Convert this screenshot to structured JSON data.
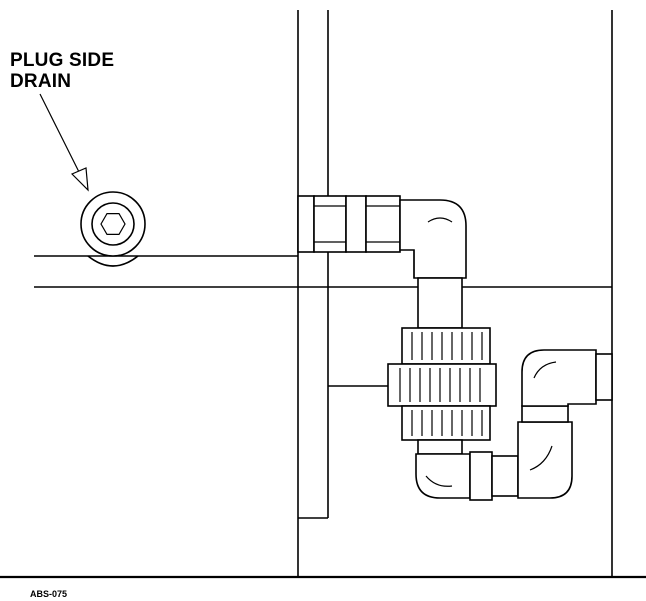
{
  "callout": {
    "line1": "PLUG SIDE",
    "line2": "DRAIN"
  },
  "figure_id": "ABS-075"
}
